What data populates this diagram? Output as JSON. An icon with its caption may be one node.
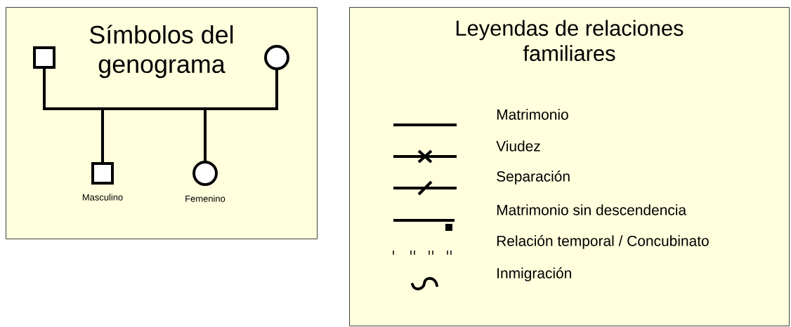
{
  "diagram": {
    "nodes": [
      {
        "text": [
          "Símbolos del genograma"
        ]
      },
      {
        "text": [],
        "shape": "box",
        "in": 0
      },
      {
        "text": [],
        "shape": "circle",
        "in": 0
      },
      {
        "text": [],
        "shape": "box",
        "in": 0,
        "beside": [
          "Masculino"
        ]
      },
      {
        "text": [],
        "shape": "circle",
        "in": 0,
        "beside": [
          "Femenino"
        ]
      },
      {
        "text": [
          "Leyendas de relaciones familiares"
        ]
      }
    ],
    "edges": [
      {
        "from": 1,
        "to": 2,
        "arrow": "none"
      },
      {
        "from": 1,
        "to": 3,
        "arrow": "none"
      },
      {
        "from": 2,
        "to": 3,
        "arrow": "none"
      },
      {
        "from": 1,
        "to": 4,
        "arrow": "none"
      },
      {
        "from": 2,
        "to": 4,
        "arrow": "none"
      }
    ],
    "legend": [
      {
        "text": "Matrimonio"
      },
      {
        "text": "Viudez"
      },
      {
        "text": "Separación"
      },
      {
        "text": "Matrimonio sin descendencia"
      },
      {
        "text": "Relación temporal / Concubinato"
      },
      {
        "text": "Inmigración"
      }
    ]
  }
}
